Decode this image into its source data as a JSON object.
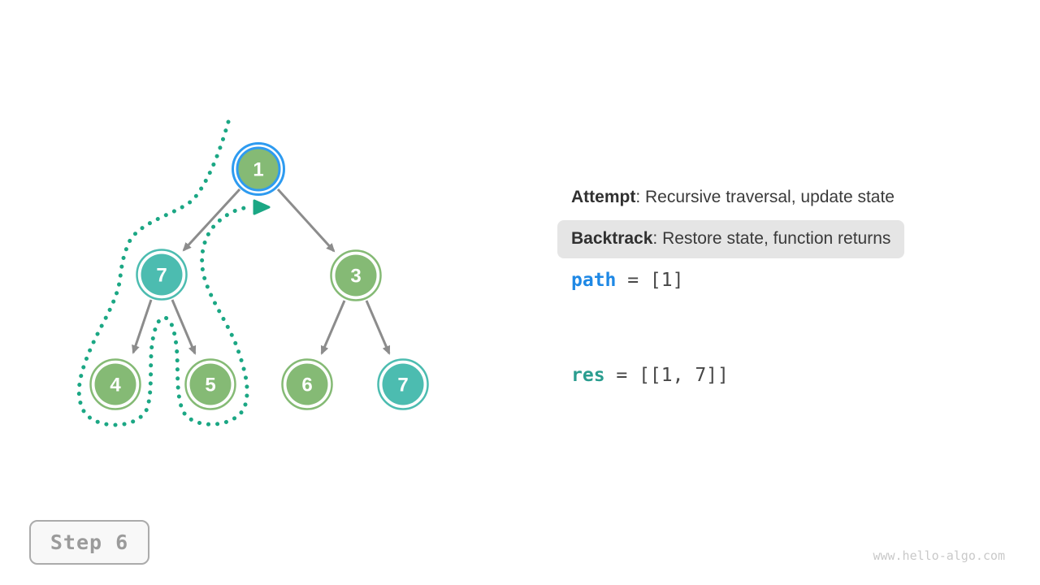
{
  "legend": {
    "attempt_label": "Attempt",
    "attempt_rest": ": Recursive traversal, update state",
    "backtrack_label": "Backtrack",
    "backtrack_rest": ": Restore state, function returns"
  },
  "state": {
    "path_name": "path",
    "path_rest": " = [1]",
    "res_name": "res",
    "res_rest": " = [[1, 7]]"
  },
  "step": {
    "label": "Step 6"
  },
  "watermark": "www.hello-algo.com",
  "tree": {
    "nodes": [
      {
        "value": "1",
        "state": "current (blue highlight ring)"
      },
      {
        "value": "7",
        "state": "in-path (teal)"
      },
      {
        "value": "3",
        "state": "unvisited (green)"
      },
      {
        "value": "4",
        "state": "unvisited (green)"
      },
      {
        "value": "5",
        "state": "unvisited (green)"
      },
      {
        "value": "6",
        "state": "unvisited (green)"
      },
      {
        "value": "7",
        "state": "in-result (teal)"
      }
    ],
    "edges": [
      {
        "from": "1",
        "to": "7"
      },
      {
        "from": "1",
        "to": "3"
      },
      {
        "from": "7",
        "to": "4"
      },
      {
        "from": "7",
        "to": "5"
      },
      {
        "from": "3",
        "to": "6"
      },
      {
        "from": "3",
        "to": "7"
      }
    ],
    "traversal_note": "dotted backtracking contour around nodes 7, 4, 5 ending in arrow below node 1"
  },
  "colors": {
    "node-green": "#85BA75",
    "node-teal": "#4CBCB0",
    "ring-blue": "#2E9BF0",
    "edge-gray": "#8C8C8C",
    "trail-teal": "#1BA784",
    "code-blue": "#1E88E5",
    "code-teal": "#2A9D8F",
    "text-dark": "#3A3A3A",
    "note-bg": "#E5E5E5",
    "step-gray": "#9B9B9B",
    "watermark-gray": "#C9C9C9"
  }
}
